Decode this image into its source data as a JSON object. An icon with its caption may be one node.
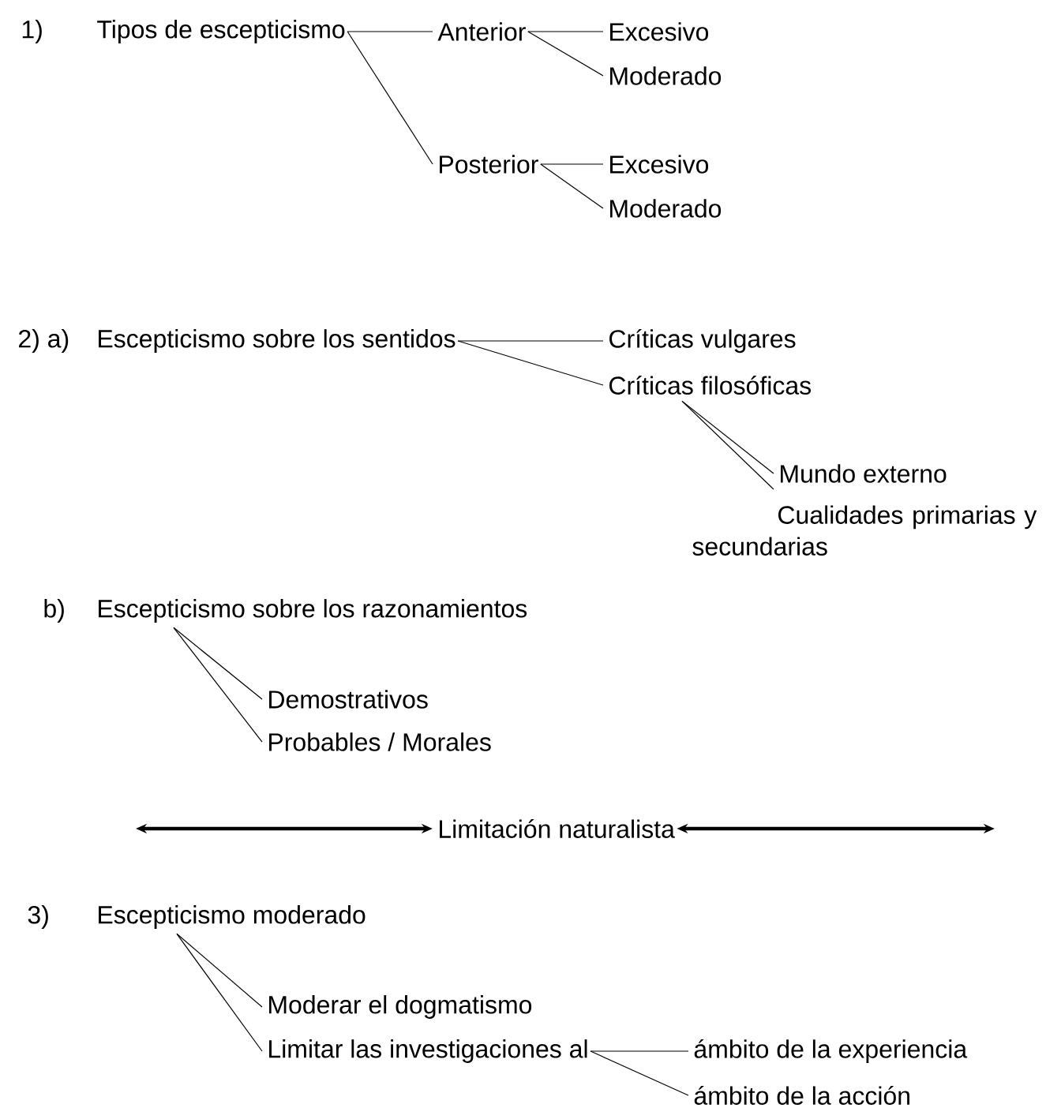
{
  "diagram": {
    "nodes": [
      {
        "text": [
          "Tipos de escepticismo"
        ]
      },
      {
        "text": [
          "Anterior"
        ]
      },
      {
        "text": [
          "Excesivo"
        ]
      },
      {
        "text": [
          "Moderado"
        ]
      },
      {
        "text": [
          "Posterior"
        ]
      },
      {
        "text": [
          "Excesivo"
        ]
      },
      {
        "text": [
          "Moderado"
        ]
      },
      {
        "text": [
          "Escepticismo sobre los sentidos"
        ]
      },
      {
        "text": [
          "Críticas vulgares"
        ]
      },
      {
        "text": [
          "Críticas filosóficas"
        ]
      },
      {
        "text": [
          "Mundo externo"
        ]
      },
      {
        "text": [
          "Cualidades primarias y secundarias"
        ]
      },
      {
        "text": [
          "Escepticismo sobre los razonamientos"
        ]
      },
      {
        "text": [
          "Demostrativos"
        ]
      },
      {
        "text": [
          "Probables / Morales"
        ]
      },
      {
        "text": [
          "Limitación naturalista"
        ]
      },
      {
        "text": [
          "Escepticismo moderado"
        ]
      },
      {
        "text": [
          "Moderar el dogmatismo"
        ]
      },
      {
        "text": [
          "Limitar las investigaciones al"
        ]
      },
      {
        "text": [
          "ámbito de la experiencia"
        ]
      },
      {
        "text": [
          "ámbito de la acción"
        ]
      }
    ],
    "edges": [
      {
        "from": 0,
        "to": 1,
        "arrow": "none"
      },
      {
        "from": 0,
        "to": 4,
        "arrow": "none"
      },
      {
        "from": 1,
        "to": 2,
        "arrow": "none"
      },
      {
        "from": 1,
        "to": 3,
        "arrow": "none"
      },
      {
        "from": 4,
        "to": 5,
        "arrow": "none"
      },
      {
        "from": 4,
        "to": 6,
        "arrow": "none"
      },
      {
        "from": 7,
        "to": 8,
        "arrow": "none"
      },
      {
        "from": 7,
        "to": 9,
        "arrow": "none"
      },
      {
        "from": 9,
        "to": 10,
        "arrow": "none"
      },
      {
        "from": 9,
        "to": 11,
        "arrow": "none"
      },
      {
        "from": 12,
        "to": 13,
        "arrow": "none"
      },
      {
        "from": 12,
        "to": 14,
        "arrow": "none"
      },
      {
        "from": null,
        "to": 15,
        "arrow": "both",
        "style": "thick"
      },
      {
        "from": 15,
        "to": null,
        "arrow": "both",
        "style": "thick"
      },
      {
        "from": 16,
        "to": 17,
        "arrow": "none"
      },
      {
        "from": 16,
        "to": 18,
        "arrow": "none"
      },
      {
        "from": 18,
        "to": 19,
        "arrow": "none"
      },
      {
        "from": 18,
        "to": 20,
        "arrow": "none"
      }
    ],
    "labels": [
      "1)",
      "2) a)",
      "b)",
      "3)"
    ]
  }
}
